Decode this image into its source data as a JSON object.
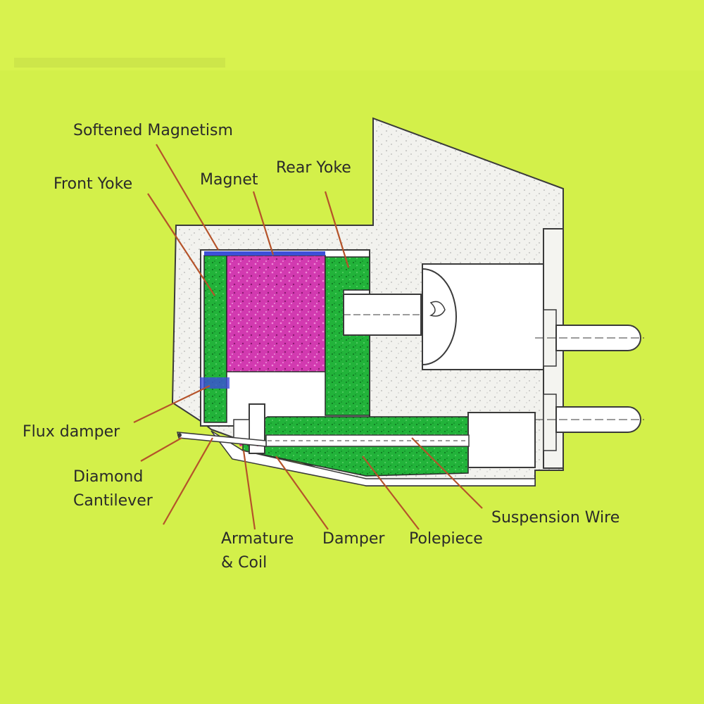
{
  "diagram": {
    "colors": {
      "background": "#d3f04a",
      "housing": "#f2f2ee",
      "yoke": "#22b33a",
      "magnet": "#d23ab0",
      "leader": "#b5532a",
      "outline": "#3a3a3a",
      "highlight": "#3c4fd8"
    },
    "labels": {
      "softened_magnetism": "Softened Magnetism",
      "front_yoke": "Front Yoke",
      "magnet": "Magnet",
      "rear_yoke": "Rear Yoke",
      "flux_damper": "Flux damper",
      "diamond": "Diamond",
      "cantilever": "Cantilever",
      "armature": "Armature",
      "coil": "& Coil",
      "damper": "Damper",
      "polepiece": "Polepiece",
      "suspension_wire": "Suspension Wire"
    }
  }
}
